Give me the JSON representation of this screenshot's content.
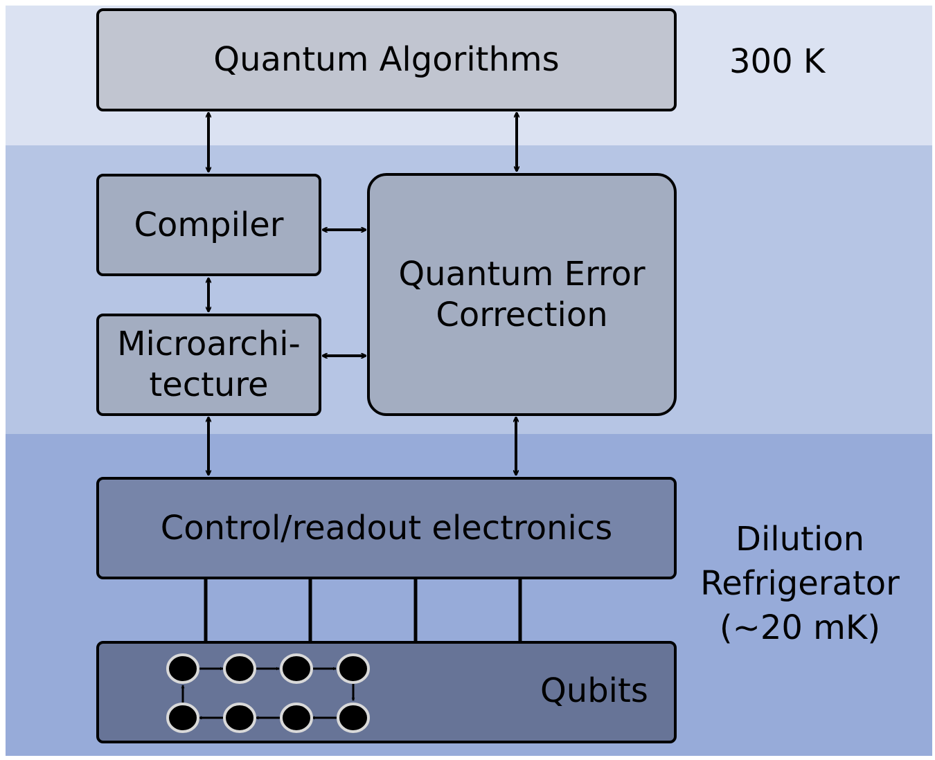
{
  "zones": {
    "room_temp_label": "300 K",
    "fridge_label": [
      "Dilution",
      "Refrigerator",
      "(~20 mK)"
    ]
  },
  "boxes": {
    "quantum_algorithms": "Quantum Algorithms",
    "compiler": "Compiler",
    "microarchitecture": [
      "Microarchi-",
      "tecture"
    ],
    "qec": [
      "Quantum Error",
      "Correction"
    ],
    "control_electronics": "Control/readout electronics",
    "qubits": "Qubits"
  },
  "colors": {
    "band_top": "#dbe2f2",
    "band_mid": "#b6c5e4",
    "band_bot": "#97abd9",
    "algo_box": "#c1c5d0",
    "layer_box": "#a3adc1",
    "control_box": "#7785a9",
    "qubit_box": "#677497",
    "qubit_dot": "#000000",
    "qubit_ring": "#d9d9d9"
  }
}
